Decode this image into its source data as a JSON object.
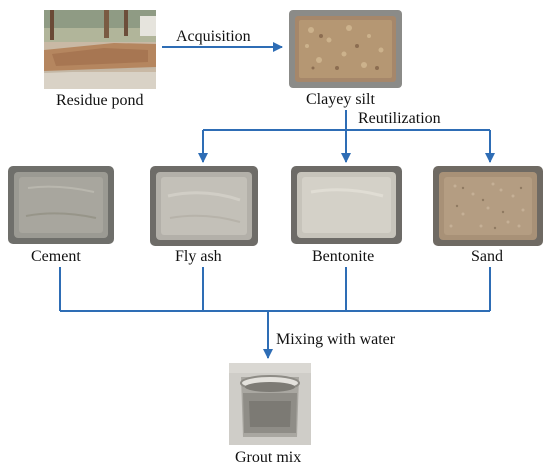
{
  "nodes": {
    "residue_pond": "Residue pond",
    "clayey_silt": "Clayey silt",
    "cement": "Cement",
    "fly_ash": "Fly ash",
    "bentonite": "Bentonite",
    "sand": "Sand",
    "grout_mix": "Grout mix"
  },
  "edges": {
    "acquisition": "Acquisition",
    "reutilization": "Reutilization",
    "mixing": "Mixing with water"
  },
  "colors": {
    "arrow": "#2e6db5",
    "text": "#111111"
  }
}
